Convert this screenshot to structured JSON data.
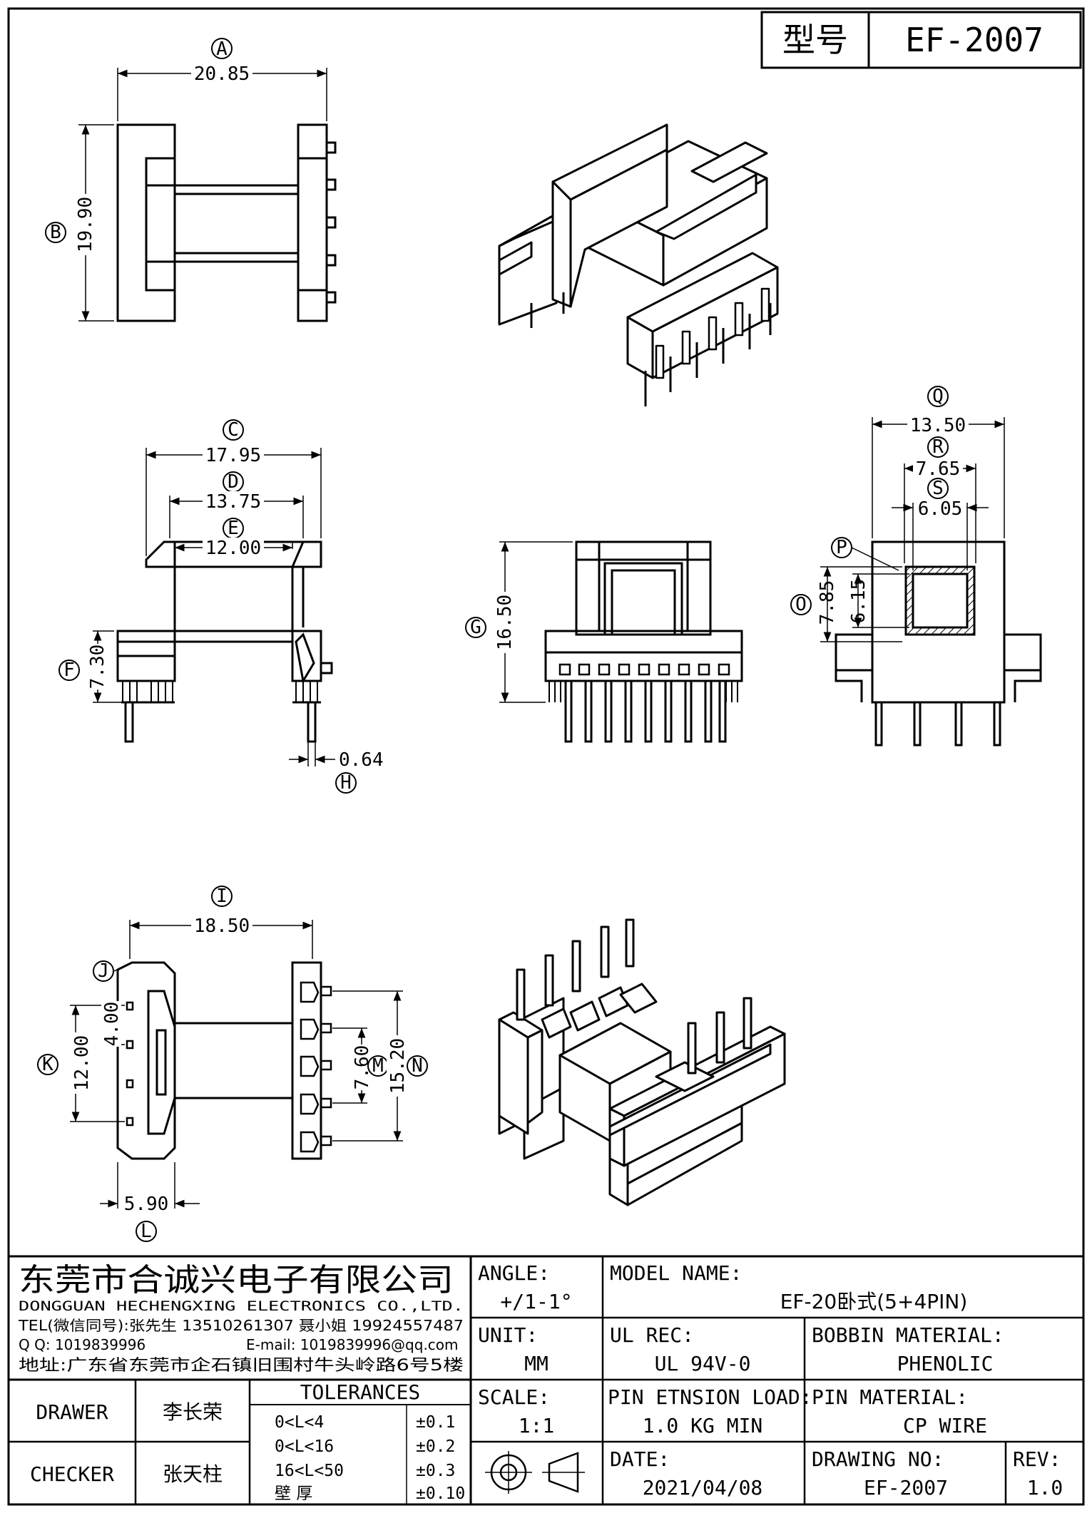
{
  "header": {
    "model_label": "型号",
    "model_value": "EF-2007"
  },
  "dimensions": {
    "A": {
      "letter": "A",
      "value": "20.85"
    },
    "B": {
      "letter": "B",
      "value": "19.90"
    },
    "C": {
      "letter": "C",
      "value": "17.95"
    },
    "D": {
      "letter": "D",
      "value": "13.75"
    },
    "E": {
      "letter": "E",
      "value": "12.00"
    },
    "F": {
      "letter": "F",
      "value": "7.30"
    },
    "G": {
      "letter": "G",
      "value": "16.50"
    },
    "H": {
      "letter": "H",
      "value": "0.64"
    },
    "I": {
      "letter": "I",
      "value": "18.50"
    },
    "J": {
      "letter": "J",
      "value": ""
    },
    "K": {
      "letter": "K",
      "value": "12.00"
    },
    "K2": {
      "value": "4.00"
    },
    "L": {
      "letter": "L",
      "value": "5.90"
    },
    "M": {
      "letter": "M",
      "value": "7.60"
    },
    "N": {
      "letter": "N",
      "value": "15.20"
    },
    "O": {
      "letter": "O",
      "value": "7.85"
    },
    "P": {
      "letter": "P",
      "value": "6.15"
    },
    "Q": {
      "letter": "Q",
      "value": "13.50"
    },
    "R": {
      "letter": "R",
      "value": "7.65"
    },
    "S": {
      "letter": "S",
      "value": "6.05"
    }
  },
  "company": {
    "name_cn": "东莞市合诚兴电子有限公司",
    "name_en": "DONGGUAN HECHENGXING ELECTRONICS CO.,LTD.",
    "tel": "TEL(微信同号):张先生 13510261307 聂小姐 19924557487",
    "qq": "Q Q: 1019839996",
    "email": "E-mail: 1019839996@qq.com",
    "address": "地址:广东省东莞市企石镇旧围村牛头岭路6号5楼"
  },
  "title_block": {
    "angle_label": "ANGLE:",
    "angle_value": "+/1-1°",
    "model_name_label": "MODEL NAME:",
    "model_name_value": "EF-20卧式(5+4PIN)",
    "unit_label": "UNIT:",
    "unit_value": "MM",
    "ul_rec_label": "UL REC:",
    "ul_rec_value": "UL 94V-0",
    "bobbin_material_label": "BOBBIN MATERIAL:",
    "bobbin_material_value": "PHENOLIC",
    "scale_label": "SCALE:",
    "scale_value": "1:1",
    "pin_tension_label": "PIN ETNSION LOAD:",
    "pin_tension_value": "1.0 KG MIN",
    "pin_material_label": "PIN MATERIAL:",
    "pin_material_value": "CP WIRE",
    "date_label": "DATE:",
    "date_value": "2021/04/08",
    "drawing_no_label": "DRAWING NO:",
    "drawing_no_value": "EF-2007",
    "rev_label": "REV:",
    "rev_value": "1.0",
    "drawer_label": "DRAWER",
    "drawer_value": "李长荣",
    "checker_label": "CHECKER",
    "checker_value": "张天柱",
    "tolerances_title": "TOLERANCES",
    "tolerances": [
      {
        "range": "0<L<4",
        "value": "±0.1"
      },
      {
        "range": "0<L<16",
        "value": "±0.2"
      },
      {
        "range": "16<L<50",
        "value": "±0.3"
      },
      {
        "range": "壁  厚",
        "value": "±0.10"
      }
    ]
  }
}
